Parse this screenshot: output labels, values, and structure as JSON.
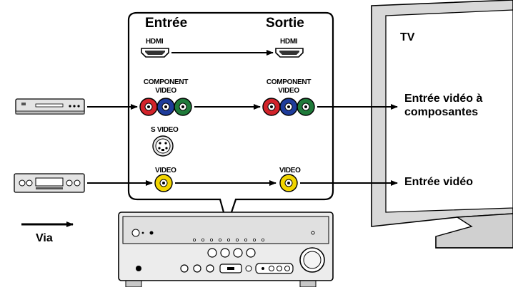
{
  "panel": {
    "input_header": "Entrée",
    "output_header": "Sortie"
  },
  "connectors": {
    "hdmi_in": "HDMI",
    "hdmi_out": "HDMI",
    "component_in_line1": "COMPONENT",
    "component_in_line2": "VIDEO",
    "component_out_line1": "COMPONENT",
    "component_out_line2": "VIDEO",
    "svideo_in": "S VIDEO",
    "video_in": "VIDEO",
    "video_out": "VIDEO"
  },
  "tv": {
    "label": "TV",
    "component_input_line1": "Entrée vidéo à",
    "component_input_line2": "composantes",
    "video_input": "Entrée vidéo"
  },
  "legend": {
    "via_label": "Via"
  },
  "colors": {
    "component_red": "#d2232a",
    "component_blue": "#1e3c9b",
    "component_green": "#1f7a3a",
    "video_yellow": "#f2d500",
    "tv_gray": "#dcdcdc"
  },
  "icons": [
    "player-device-icon",
    "vcr-device-icon",
    "av-receiver-icon",
    "tv-icon",
    "arrow-icon"
  ]
}
